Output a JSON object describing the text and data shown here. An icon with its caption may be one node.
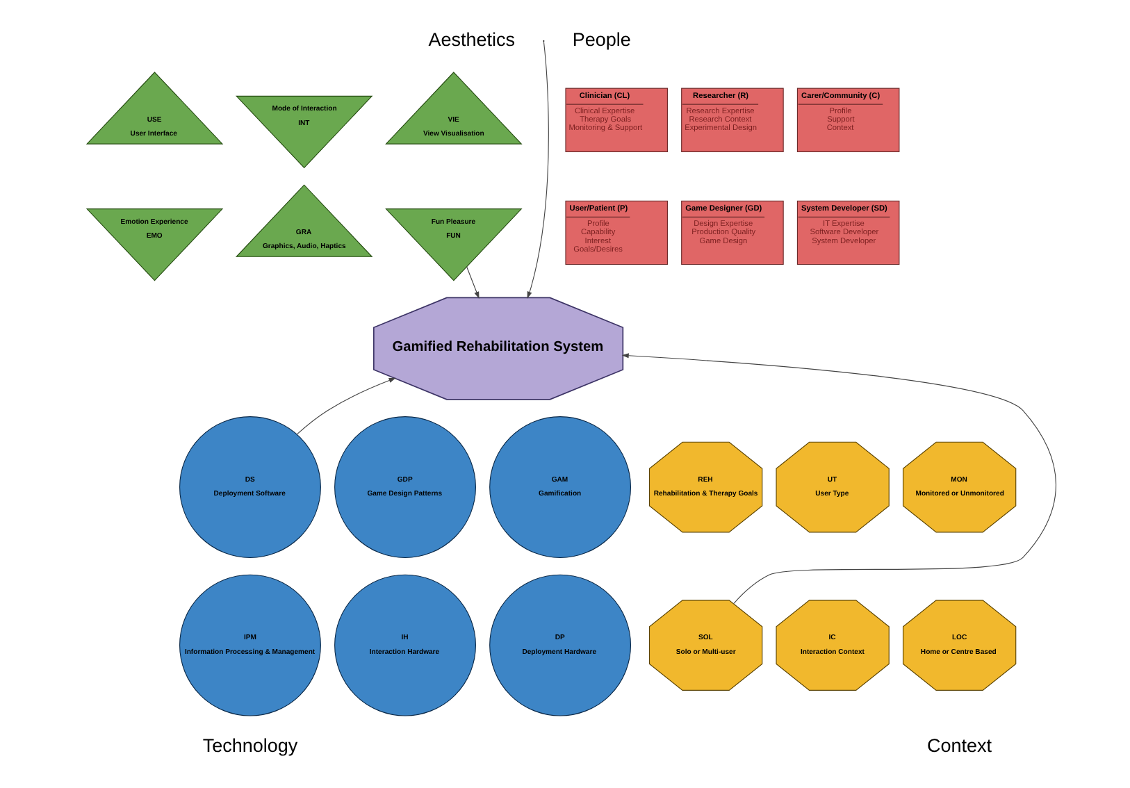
{
  "diagram": {
    "nodes": [
      {
        "text": [
          "Clinician (CL)",
          "Clinical Expertise",
          "Therapy Goals",
          "Monitoring & Support"
        ]
      },
      {
        "text": [
          "Researcher (R)",
          "Research Expertise",
          "Research Context",
          "Experimental Design"
        ]
      },
      {
        "text": [
          "Carer/Community (C)",
          "Profile",
          "Support",
          "Context"
        ]
      },
      {
        "text": [
          "User/Patient (P)",
          "Profile",
          "Capability",
          "Interest",
          "Goals/Desires"
        ]
      },
      {
        "text": [
          "Game Designer (GD)",
          "Design Expertise",
          "Production Quality",
          "Game Design"
        ]
      },
      {
        "text": [
          "System Developer (SD)",
          "IT Expertise",
          "Software Developer",
          "System Developer"
        ]
      },
      {
        "text": [
          "USE",
          "User Interface"
        ]
      },
      {
        "text": [
          "Mode of Interaction",
          "INT"
        ]
      },
      {
        "text": [
          "VIE",
          "View Visualisation"
        ]
      },
      {
        "text": [
          "Emotion Experience",
          "EMO"
        ]
      },
      {
        "text": [
          "GRA",
          "Graphics, Audio, Haptics"
        ]
      },
      {
        "text": [
          "Fun Pleasure",
          "FUN"
        ]
      },
      {
        "text": [
          "Gamified Rehabilitation System"
        ]
      },
      {
        "text": [
          "DS",
          "Deployment Software"
        ]
      },
      {
        "text": [
          "GDP",
          "Game Design Patterns"
        ]
      },
      {
        "text": [
          "GAM",
          "Gamification"
        ]
      },
      {
        "text": [
          "IPM",
          "Information Processing & Management"
        ]
      },
      {
        "text": [
          "IH",
          "Interaction Hardware"
        ]
      },
      {
        "text": [
          "DP",
          "Deployment Hardware"
        ]
      },
      {
        "text": [
          "REH",
          "Rehabilitation & Therapy Goals"
        ]
      },
      {
        "text": [
          "UT",
          "User Type"
        ]
      },
      {
        "text": [
          "MON",
          "Monitored or Unmonitored"
        ]
      },
      {
        "text": [
          "SOL",
          "Solo or Multi-user"
        ]
      },
      {
        "text": [
          "IC",
          "Interaction Context"
        ]
      },
      {
        "text": [
          "LOC",
          "Home or Centre Based"
        ]
      }
    ],
    "edges": [
      {
        "from": null,
        "to": 12,
        "arrow": "to"
      },
      {
        "from": 11,
        "to": 12,
        "arrow": "to"
      },
      {
        "from": 13,
        "to": 12,
        "arrow": "to"
      },
      {
        "from": 22,
        "to": 12,
        "arrow": "to"
      }
    ],
    "labels": [
      "People",
      "Aesthetics",
      "Technology",
      "Context"
    ]
  }
}
